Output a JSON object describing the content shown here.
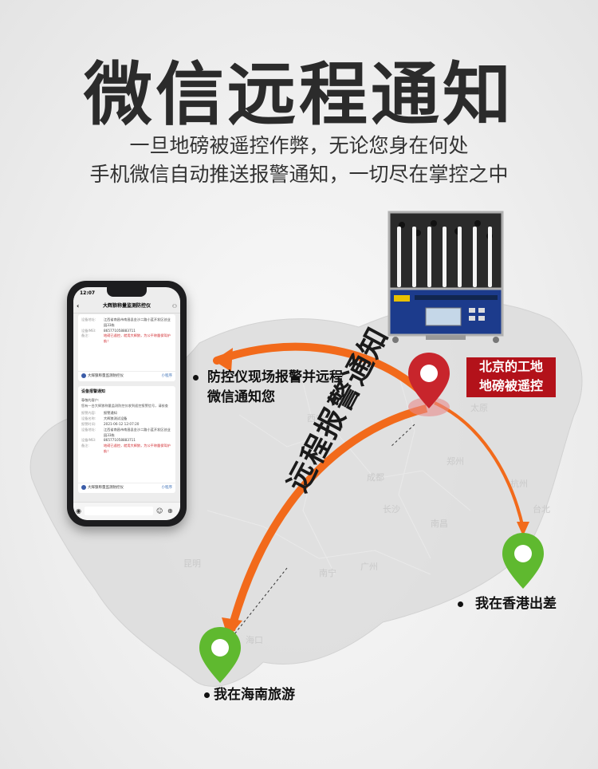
{
  "header": {
    "title": "微信远程通知",
    "subtitle_line1": "一旦地磅被遥控作弊，无论您身在何处",
    "subtitle_line2": "手机微信自动推送报警通知，一切尽在掌控之中"
  },
  "phone": {
    "time": "12:07",
    "chat_title": "大辉狼称量监测防控仪",
    "card1": {
      "fields": [
        {
          "label": "设备地址:",
          "value": "江西省南昌市南昌县金沙二路小蓝开发区创业园33栋"
        },
        {
          "label": "设备IMEI:",
          "value": "865771058883711"
        },
        {
          "label": "备注:",
          "value": "地磅已遥控，就用大辉狼，为公平称量保驾护航！"
        }
      ],
      "footer": "大辉狼称量监测防控仪",
      "mini": "小程序"
    },
    "card2": {
      "heading": "设备报警通知",
      "greeting": "尊敬的客户:",
      "intro": "您有一台大辉狼称量监测防控仪收到遥控报警信号，请核查",
      "fields": [
        {
          "label": "报警内容:",
          "value": "报警通知"
        },
        {
          "label": "设备名称:",
          "value": "大辉狼测试设备"
        },
        {
          "label": "报警时间:",
          "value": "2021-06-12 12:07:20"
        },
        {
          "label": "设备地址:",
          "value": "江西省南昌市南昌县金沙二路小蓝开发区创业园33栋"
        },
        {
          "label": "设备IMEI:",
          "value": "865771058883711"
        },
        {
          "label": "备注:",
          "value": "地磅已遥控，就用大辉狼，为公平称量保驾护航！"
        }
      ],
      "footer": "大辉狼称量监测防控仪",
      "mini": "小程序"
    }
  },
  "labels": {
    "source": "北京的工地\n地磅被遥控",
    "source_line1": "北京的工地",
    "source_line2": "地磅被遥控",
    "alarm_line1": "防控仪现场报警并远程",
    "alarm_line2": "微信通知您",
    "remote": "远程报警通知",
    "hongkong": "我在香港出差",
    "hainan": "我在海南旅游"
  },
  "colors": {
    "arrow": "#f26a1b",
    "pin_red": "#c8252c",
    "pin_green": "#5fb92f",
    "label_box": "#b3121a"
  }
}
